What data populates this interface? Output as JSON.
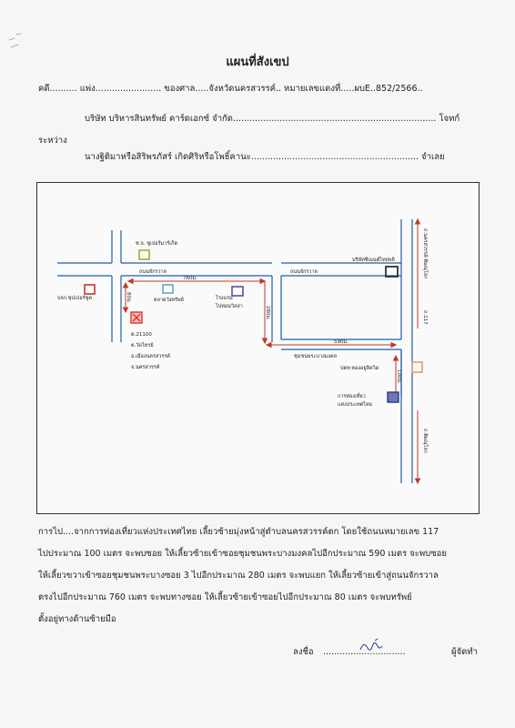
{
  "title": "แผนที่สังเขป",
  "header": {
    "case_line": "คดี.......... แพ่ง........................ ของศาล.....จังหวัดนครสวรรค์.. หมายเลขแดงที่.....ผบE..852/2566..",
    "plaintiff_line": "บริษัท บริหารสินทรัพย์ คาร์ดเอกซ์ จำกัด.......................................................................... โจทก์",
    "between_label": "ระหว่าง",
    "defendant_line": "นางฐิติมาหรือสิริพรภัสร์ เกิดศิริหรือโพธิ์คานะ............................................................. จำเลย"
  },
  "map": {
    "labels": {
      "seven_eleven": "ซ.จ. ซูเปอร์มาร์เก็ต",
      "chakkrawan_road_left": "ถนนจักรวาล",
      "chakkrawan_road_right": "ถนนจักรวาล",
      "highway_117_top": "ถ.นครสวรรค์-พิษณุโลก",
      "highway_117": "ถ.117",
      "highway_117_bottom": "ถ.พิษณุโลก",
      "shop_left": "บจก.ซุปเปอร์ซูค",
      "asset": "ตลาดวังทรัพย์",
      "hotel": "โรงแรม\nไปทอนวิลล่า",
      "factory": "บริษัทซีเมนต์ไทยพลิ",
      "community_road": "ชุมชนพระบางมงคล",
      "gas_station": "ปตท.ทองอยู่ลิควิด",
      "tat_office": "การท่องเที่ยว\nแห่งประเทศไทย",
      "address_1": "ต.21100",
      "address_2": "ต.วัดไทรย์",
      "address_3": "อ.เมืองนครสวรรค์",
      "address_4": "จ.นครสวรรค์"
    },
    "distances": {
      "d760": "760ม.",
      "d280": "280ม.",
      "d590": "590ม.",
      "d100": "100ม.",
      "d80": "80ม."
    }
  },
  "directions": [
    "การไป....จากการท่องเที่ยวแห่งประเทศไทย เลี้ยวซ้ายมุ่งหน้าสู่ตำบลนครสวรรค์ตก โดยใช้ถนนหมายเลข 117",
    "ไปประมาณ 100 เมตร จะพบซอย ให้เลี้ยวซ้ายเข้าซอยชุมชนพระบางมงคลไปอีกประมาณ 590 เมตร จะพบซอย",
    "ให้เลี้ยวขวาเข้าซอยชุมชนพระบางซอย 3 ไปอีกประมาณ 280 เมตร จะพบแยก ให้เลี้ยวซ้ายเข้าสู่ถนนจักรวาล",
    "ตรงไปอีกประมาณ 760 เมตร จะพบทางซอย ให้เลี้ยวซ้ายเข้าซอยไปอีกประมาณ 80 เมตร จะพบทรัพย์",
    "ตั้งอยู่ทางด้านซ้ายมือ"
  ],
  "signature": {
    "sign_label": "ลงชื่อ",
    "dots": "..............................",
    "role": "ผู้จัดทำ"
  },
  "colors": {
    "route": "#c0392b",
    "road": "#1f5fa8",
    "asset_marker": "#d9332a",
    "seven_marker": "#9ab32c",
    "shop_marker": "#c0392b",
    "asset_box": "#6aa4c8",
    "hotel_box": "#6a4c93",
    "factory_box": "#333333",
    "gas_box": "#e89a6a",
    "tat_box": "#4a5aa0"
  }
}
